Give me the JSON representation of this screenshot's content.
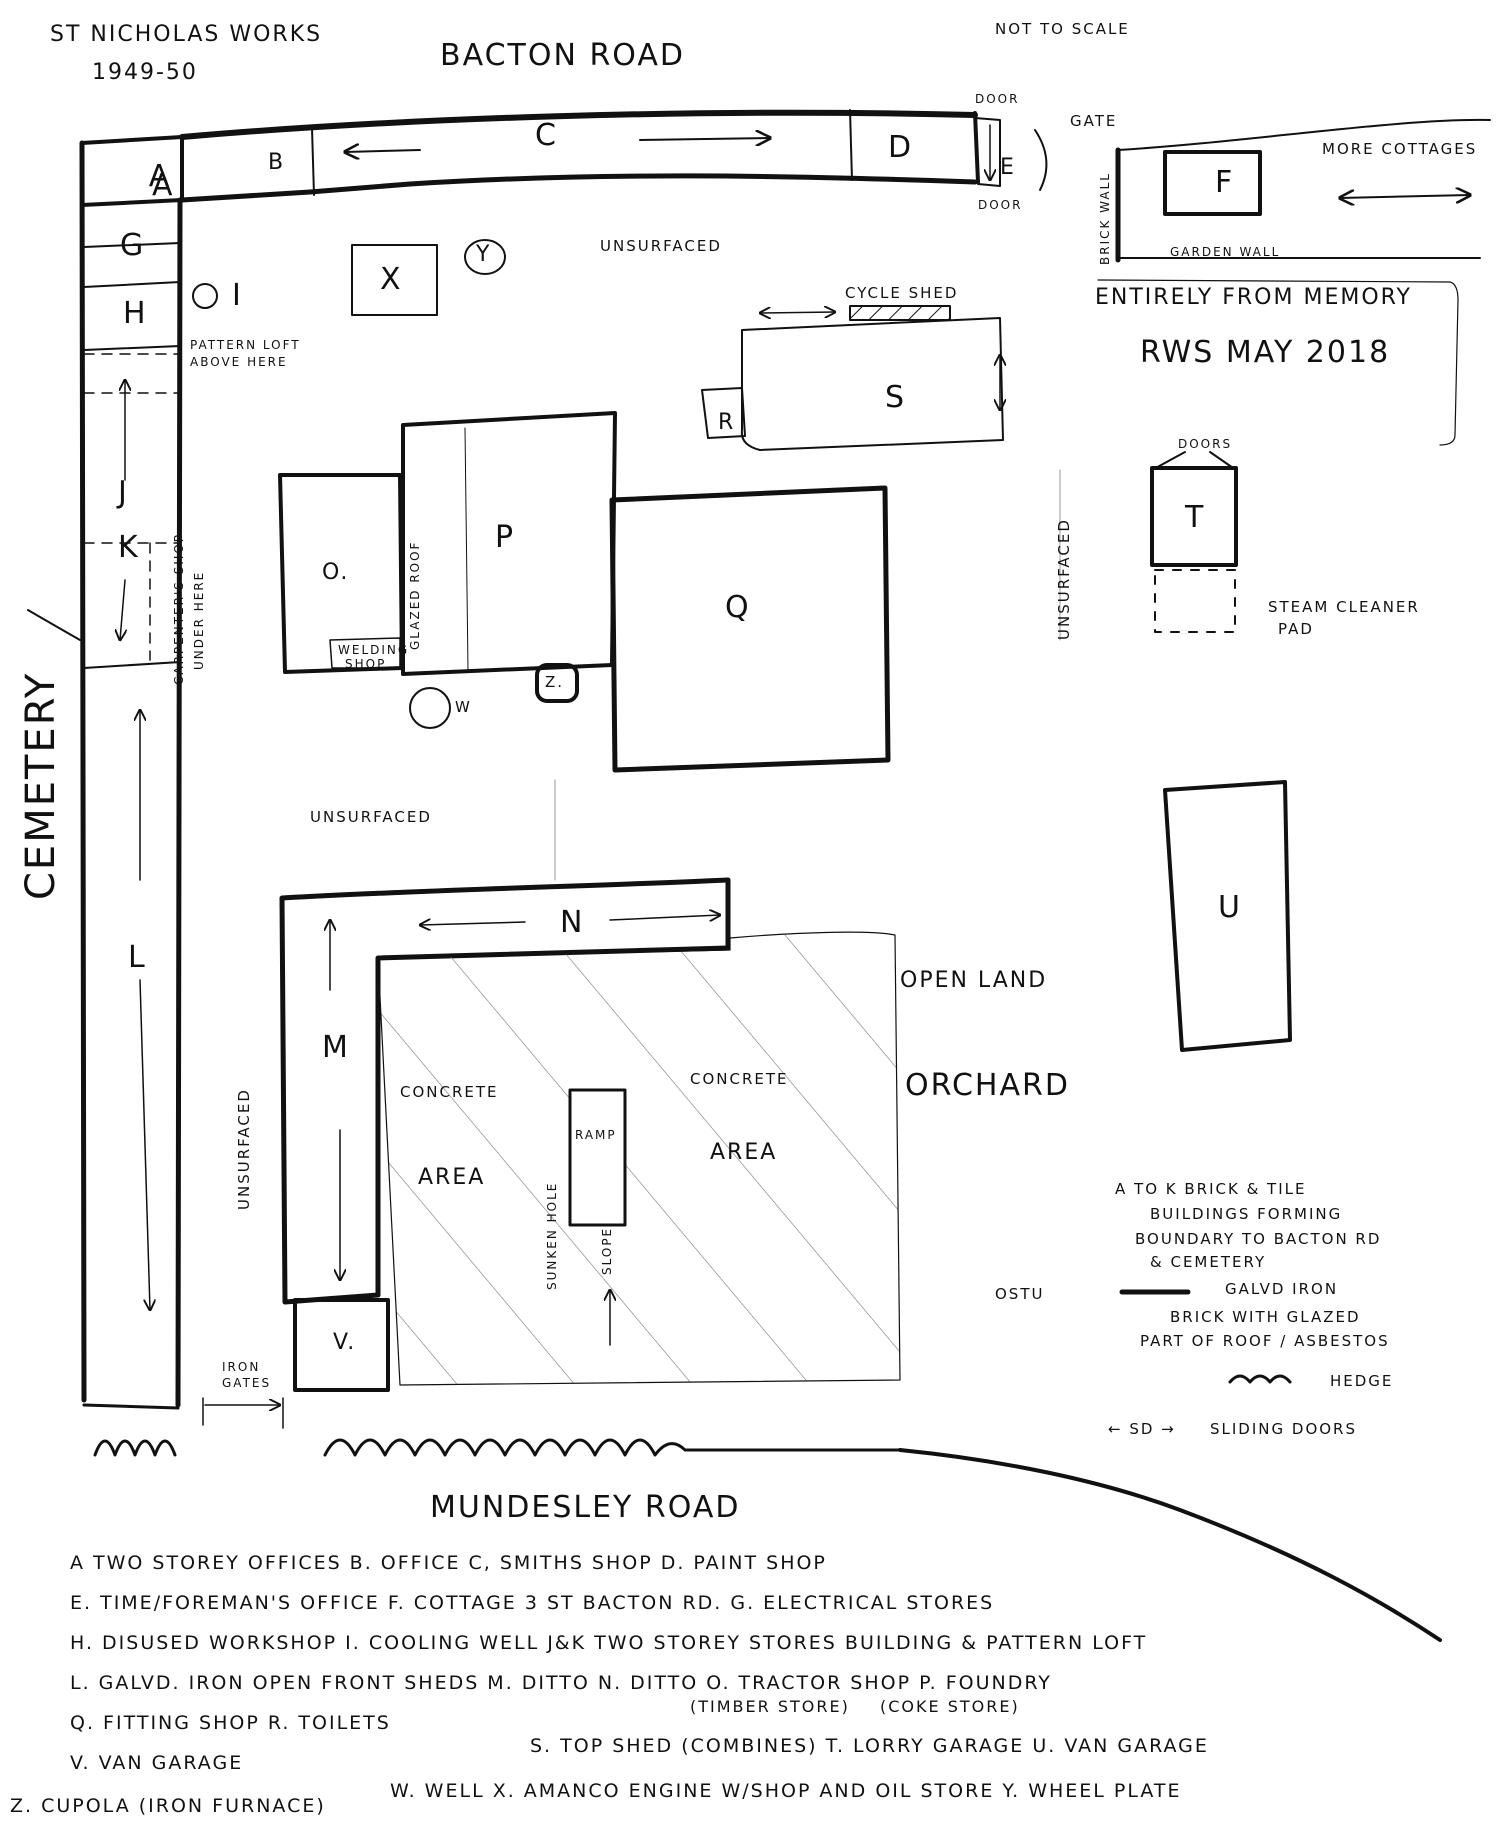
{
  "header": {
    "title": "ST NICHOLAS WORKS",
    "years": "1949-50",
    "top_road": "BACTON ROAD",
    "scale_note": "NOT TO SCALE"
  },
  "notes": {
    "memory_note": "ENTIRELY FROM MEMORY",
    "signature": "RWS MAY 2018"
  },
  "roads": {
    "bottom": "MUNDESLEY ROAD",
    "left": "CEMETERY"
  },
  "buildings": {
    "A": "A",
    "B": "B",
    "C": "C",
    "D": "D",
    "E": "E",
    "F": "F",
    "G": "G",
    "H": "H",
    "I": "I",
    "J": "J",
    "K": "K",
    "L": "L",
    "M": "M",
    "N": "N",
    "O": "O.",
    "P": "P",
    "Q": "Q",
    "R": "R",
    "S": "S",
    "T": "T",
    "U": "U",
    "V": "V.",
    "W": "W",
    "X": "X",
    "Y": "Y",
    "Z": "Z."
  },
  "annotations": {
    "door_top": "DOOR",
    "door_bottom": "DOOR",
    "gate": "GATE",
    "more_cottages": "MORE COTTAGES",
    "brick_wall": "BRICK WALL",
    "garden_wall": "GARDEN WALL",
    "unsurfaced_top": "UNSURFACED",
    "unsurfaced_mid": "UNSURFACED",
    "unsurfaced_right": "UNSURFACED",
    "unsurfaced_left": "UNSURFACED",
    "cycle_shed": "CYCLE SHED",
    "pattern_loft": "PATTERN LOFT",
    "pattern_loft_2": "ABOVE HERE",
    "carpenters_shop": "CARPENTER'S SHOP",
    "carpenters_shop_2": "UNDER HERE",
    "glazed_roof": "GLAZED ROOF",
    "welding_shop": "WELDING",
    "welding_shop_2": "SHOP",
    "doors_t": "DOORS",
    "steam_cleaner": "STEAM CLEANER",
    "steam_cleaner_2": "PAD",
    "open_land": "OPEN LAND",
    "orchard": "ORCHARD",
    "concrete_left": "CONCRETE",
    "area_left": "AREA",
    "concrete_right": "CONCRETE",
    "area_right": "AREA",
    "ramp": "RAMP",
    "sunken_hole": "SUNKEN HOLE",
    "slope": "SLOPE",
    "iron_gates": "IRON",
    "iron_gates_2": "GATES",
    "sd": "SD"
  },
  "key": {
    "a_to_k_1": "A TO K  BRICK & TILE",
    "a_to_k_2": "BUILDINGS FORMING",
    "a_to_k_3": "BOUNDARY TO BACTON RD",
    "a_to_k_4": "& CEMETERY",
    "ostu": "OSTU",
    "galv_iron": "GALVD IRON",
    "p_brick_1": "BRICK WITH GLAZED",
    "p_brick_2": "PART OF ROOF / ASBESTOS",
    "hedge": "HEDGE",
    "sliding_doors_sym": "← SD →",
    "sliding_doors": "SLIDING DOORS"
  },
  "legend": [
    "A TWO STOREY OFFICES      B. OFFICE   C, SMITHS SHOP      D. PAINT SHOP",
    "E. TIME/FOREMAN'S OFFICE    F. COTTAGE 3 ST BACTON RD.  G. ELECTRICAL STORES",
    "H. DISUSED WORKSHOP   I. COOLING WELL   J&K TWO STOREY STORES BUILDING & PATTERN LOFT",
    "L. GALVD. IRON OPEN FRONT SHEDS   M. DITTO   N. DITTO    O. TRACTOR SHOP   P. FOUNDRY",
    "Q. FITTING SHOP   R. TOILETS",
    "V. VAN GARAGE",
    "Z. CUPOLA (IRON FURNACE)"
  ],
  "legend_extra": {
    "m_note": "(TIMBER STORE)",
    "n_note": "(COKE STORE)",
    "s": "S. TOP SHED (COMBINES)   T. LORRY GARAGE   U. VAN GARAGE",
    "w": "W. WELL   X. AMANCO ENGINE W/SHOP AND OIL STORE   Y. WHEEL PLATE"
  },
  "colors": {
    "ink": "#111111",
    "paper": "#ffffff",
    "hatch": "#555555"
  }
}
